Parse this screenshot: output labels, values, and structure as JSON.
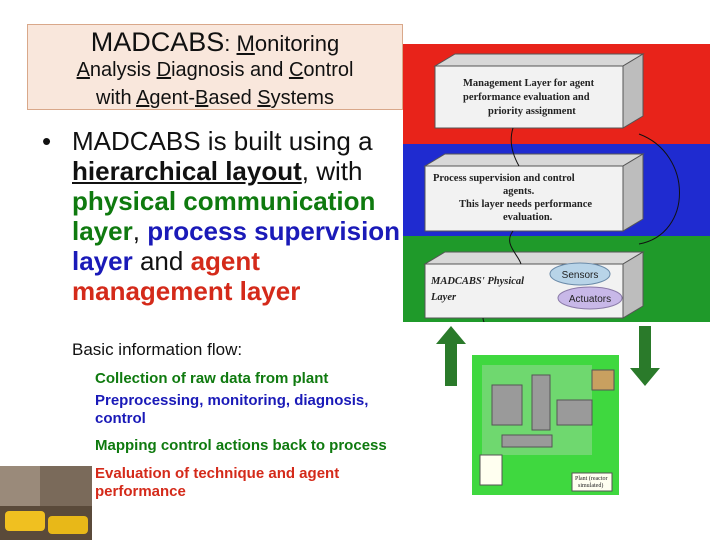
{
  "title": {
    "line1_main": "MADCABS",
    "line1_rest_prefix": ": ",
    "line1_m": "M",
    "line1_tail": "onitoring",
    "line2_a": "A",
    "line2_b": "nalysis ",
    "line2_d": "D",
    "line2_e": "iagnosis and ",
    "line2_c": "C",
    "line2_f": "ontrol",
    "line3_a": "with ",
    "line3_ag": "A",
    "line3_b": "gent-",
    "line3_bb": "B",
    "line3_c": "ased ",
    "line3_s": "S",
    "line3_d": "ystems"
  },
  "bullet": {
    "dot": "•",
    "part1": "MADCABS is built using a ",
    "hier": "hierarchical layout",
    "part2": ", with ",
    "physical": "physical communication layer",
    "part3": ", ",
    "process": "process supervision layer",
    "part4": " and ",
    "agent": "agent management layer"
  },
  "flow_label": "Basic information flow:",
  "flow_items": [
    "Collection of raw data from plant",
    "Preprocessing, monitoring, diagnosis, control",
    "Mapping control actions back to process",
    "Evaluation of technique and agent performance"
  ],
  "diagram": {
    "management_text": [
      "Management Layer for agent",
      "performance evaluation and",
      "priority assignment"
    ],
    "process_text": [
      "Process supervision and control",
      "agents.",
      "This layer needs performance",
      "evaluation."
    ],
    "physical_text": [
      "MADCABS' Physical",
      "Layer"
    ],
    "sensors": "Sensors",
    "actuators": "Actuators",
    "plant_caption": [
      "Plant (reactor",
      "simulated)"
    ],
    "colors": {
      "red": "#e8231a",
      "blue": "#1f2bd0",
      "green": "#1f9a2a",
      "arrow": "#2a7a2a"
    }
  }
}
